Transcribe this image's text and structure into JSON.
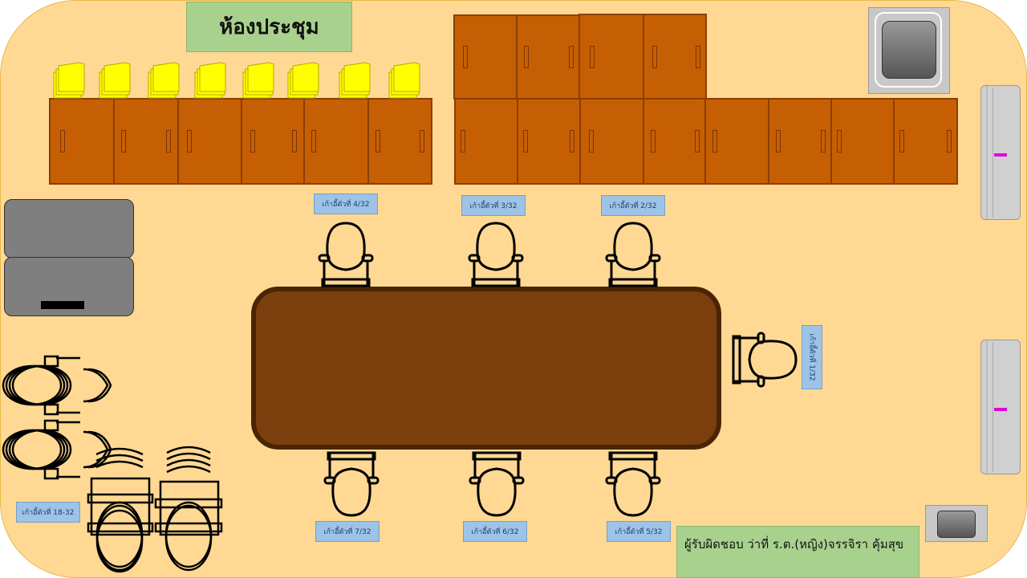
{
  "room": {
    "title": "ห้องประชุม",
    "responsible": "ผู้รับผิดชอบ  ว่าที่ ร.ต.(หญิง)จรรจิรา คุ้มสุข"
  },
  "seats": {
    "seat_1": "เก้าอี้ตัวที่ 1/32",
    "seat_2": "เก้าอี้ตัวที่ 2/32",
    "seat_3": "เก้าอี้ตัวที่ 3/32",
    "seat_4": "เก้าอี้ตัวที่ 4/32",
    "seat_5": "เก้าอี้ตัวที่ 5/32",
    "seat_6": "เก้าอี้ตัวที่ 6/32",
    "seat_7": "เก้าอี้ตัวที่ 7/32",
    "seat_stack": "เก้าอี้ตัวที่ 18-32"
  },
  "colors": {
    "floor": "#ffd994",
    "cabinet": "#c65f04",
    "table": "#7b3f0d",
    "label": "#9dc3e6",
    "heading_box": "#a9d18e",
    "folder": "#ffff00",
    "marker": "#e000e0"
  },
  "icons": [
    "chair-icon",
    "folder-icon",
    "sink-icon",
    "storage-cabinet-icon"
  ]
}
